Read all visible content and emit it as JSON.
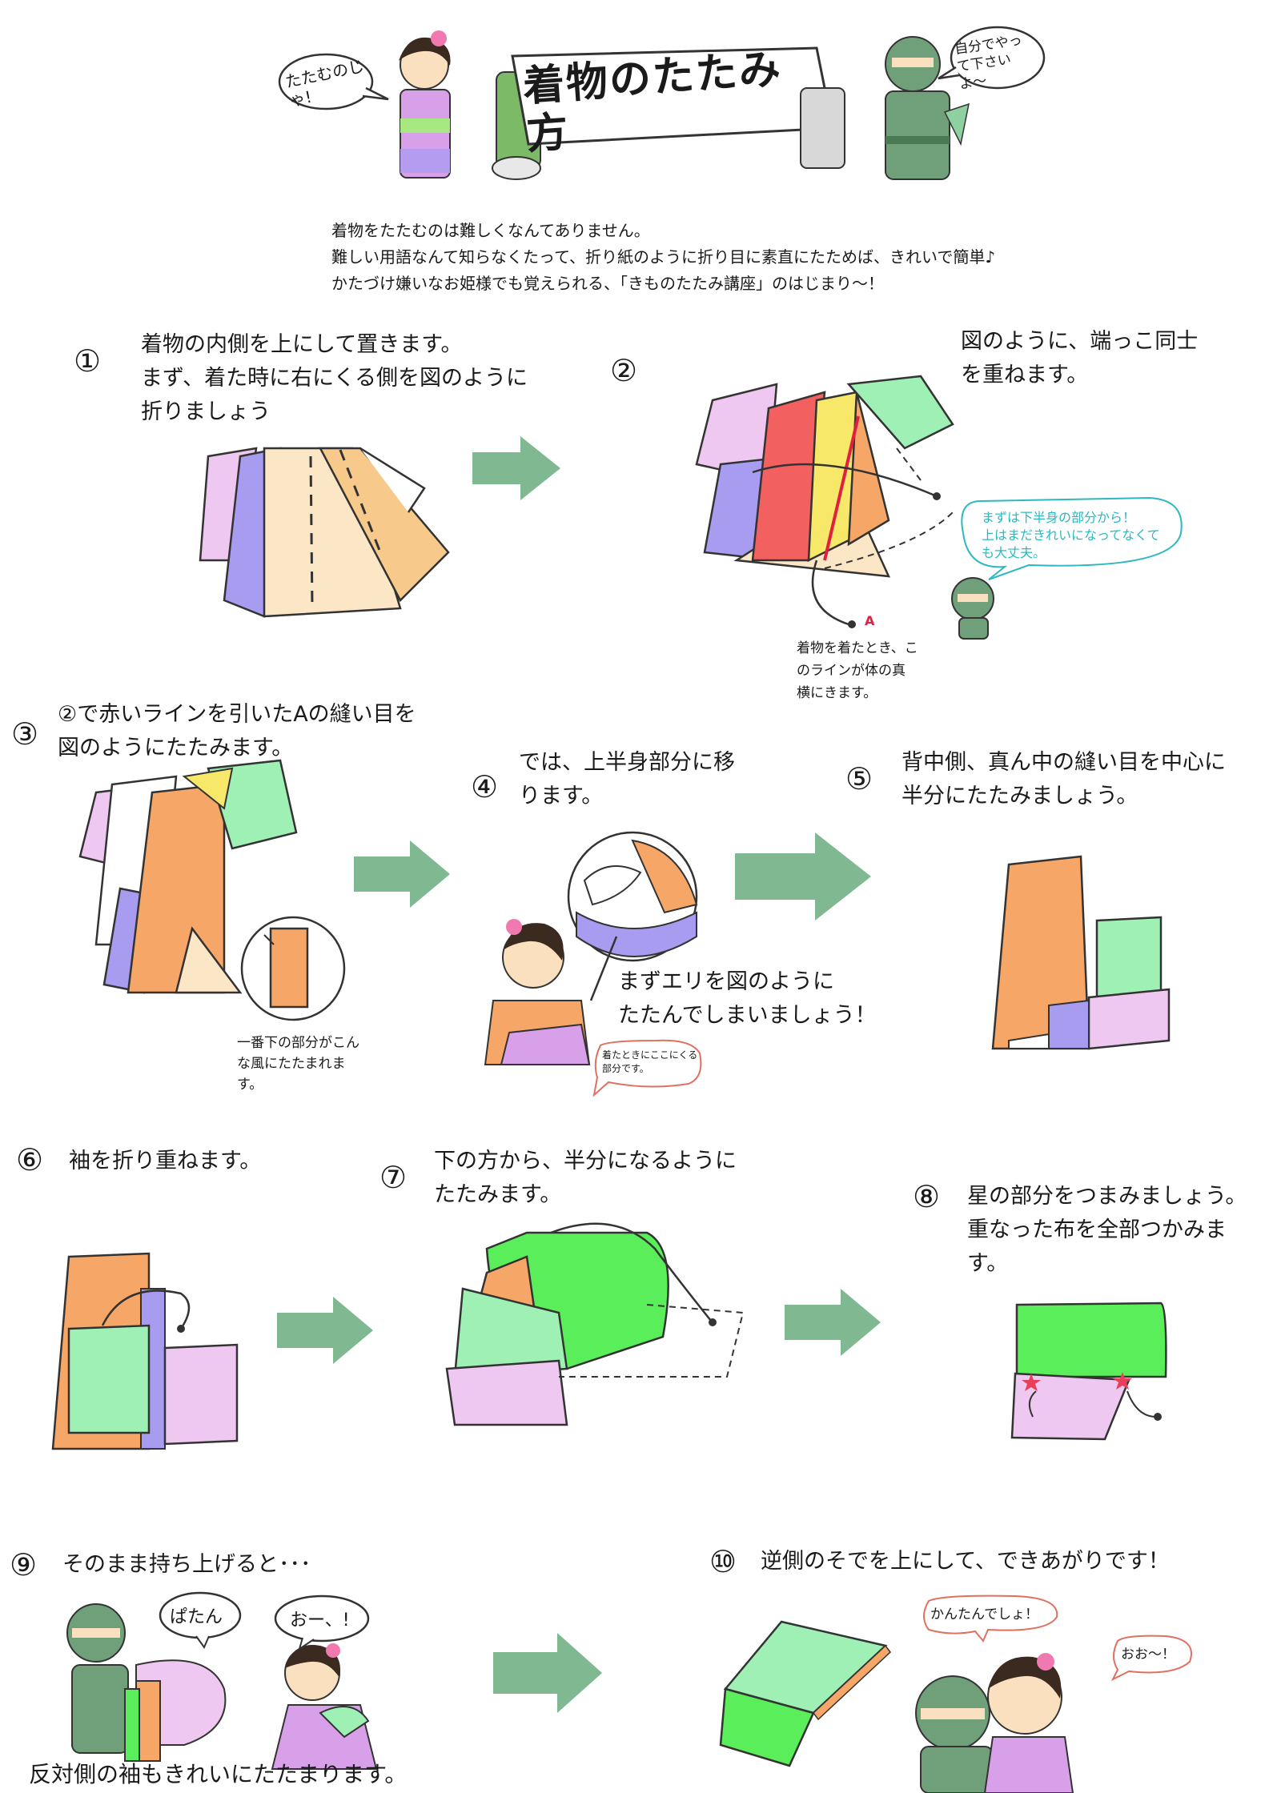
{
  "header": {
    "title": "着物のたたみ方",
    "bubble_left": "たたむのじゃ!",
    "bubble_right": "自分でやって下さいよ〜",
    "intro": [
      "着物をたたむのは難しくなんてありません。",
      "難しい用語なんて知らなくたって、折り紙のように折り目に素直にたためば、きれいで簡単♪",
      "かたづけ嫌いなお姫様でも覚えられる、「きものたたみ講座」のはじまり〜！"
    ]
  },
  "steps": [
    {
      "num": "①",
      "text": "着物の内側を上にして置きます。\nまず、着た時に右にくる側を図のように\n折りましょう"
    },
    {
      "num": "②",
      "text": "図のように、端っこ同士\nを重ねます。",
      "note": "まずは下半身の部分から！\n上はまだきれいになってなくて\nも大丈夫。",
      "label_a": "A",
      "caption": "着物を着たとき、こ\nのラインが体の真\n横にきます。"
    },
    {
      "num": "③",
      "text": "②で赤いラインを引いたAの縫い目を\n図のようにたたみます。",
      "caption": "一番下の部分がこん\nな風にたたまれま\nす。"
    },
    {
      "num": "④",
      "text": "では、上半身部分に移\nります。",
      "text2": "まずエリを図のように\nたたんでしまいましょう！",
      "note": "着たときにここにくる\n部分です。"
    },
    {
      "num": "⑤",
      "text": "背中側、真ん中の縫い目を中心に\n半分にたたみましょう。"
    },
    {
      "num": "⑥",
      "text": "袖を折り重ねます。"
    },
    {
      "num": "⑦",
      "text": "下の方から、半分になるように\nたたみます。"
    },
    {
      "num": "⑧",
      "text": "星の部分をつまみましょう。\n重なった布を全部つかみま\nす。"
    },
    {
      "num": "⑨",
      "text": "そのまま持ち上げると･･･",
      "bubble1": "ぱたん",
      "bubble2": "おー、!",
      "caption": "反対側の袖もきれいにたたまります。"
    },
    {
      "num": "⑩",
      "text": "逆側のそでを上にして、できあがりです！",
      "bubble1": "かんたんでしょ！",
      "bubble2": "おお〜！"
    }
  ],
  "colors": {
    "arrow": "#80b892",
    "pink": "#eec8f0",
    "lavender": "#a89cf0",
    "cream": "#fbe6c6",
    "orange": "#f6a768",
    "yellow": "#f8e86a",
    "red": "#f26060",
    "green_light": "#9ff0b4",
    "green": "#5aee5a",
    "ninja": "#6fa07a",
    "note": "#2cb8c0",
    "note_red": "#e07060"
  }
}
